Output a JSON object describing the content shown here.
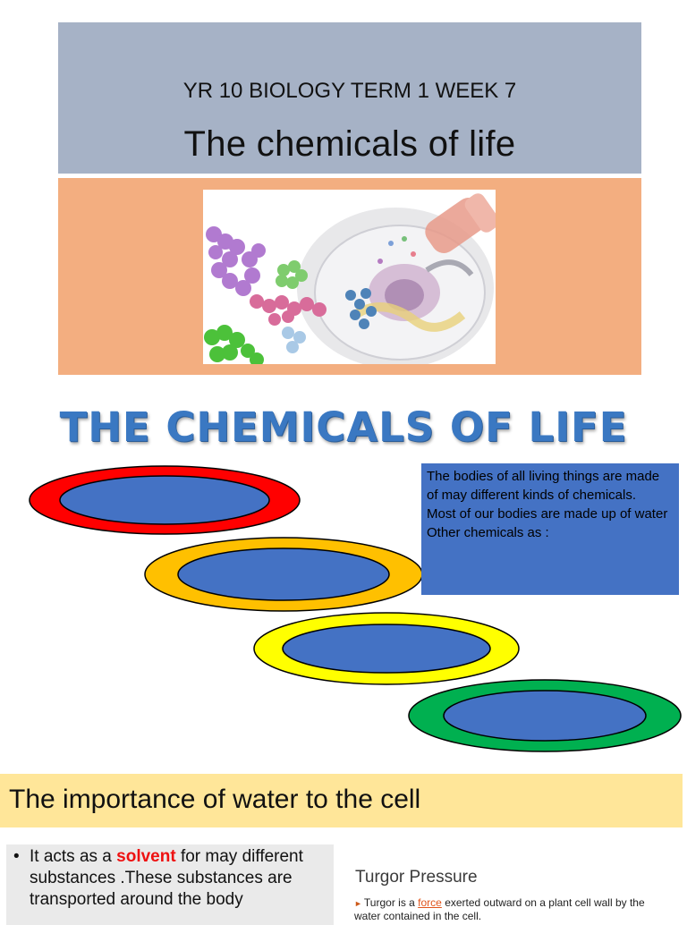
{
  "slide1": {
    "subtitle": "YR 10 BIOLOGY TERM 1 WEEK 7",
    "title": "The chemicals of life",
    "image_name": "cell-molecules-illustration"
  },
  "slide2": {
    "heading": "THE CHEMICALS OF LIFE",
    "info_lines": [
      "The bodies of all living things are made of may different kinds of chemicals.",
      "Most of our bodies are made up of water",
      "Other chemicals as :"
    ],
    "ellipse_colors": [
      "#ff0000",
      "#ffc000",
      "#ffff00",
      "#00b050"
    ],
    "ellipse_inner_color": "#4472c4"
  },
  "slide3": {
    "heading": "The importance of water to the cell",
    "bullet_before": "It acts as a ",
    "bullet_highlight": "solvent",
    "bullet_after": " for may different substances .These substances are transported around the body",
    "turgor_title": "Turgor Pressure",
    "turgor_before": "Turgor is a ",
    "turgor_link": "force",
    "turgor_after": " exerted outward on a plant cell wall by the water contained in the cell."
  }
}
